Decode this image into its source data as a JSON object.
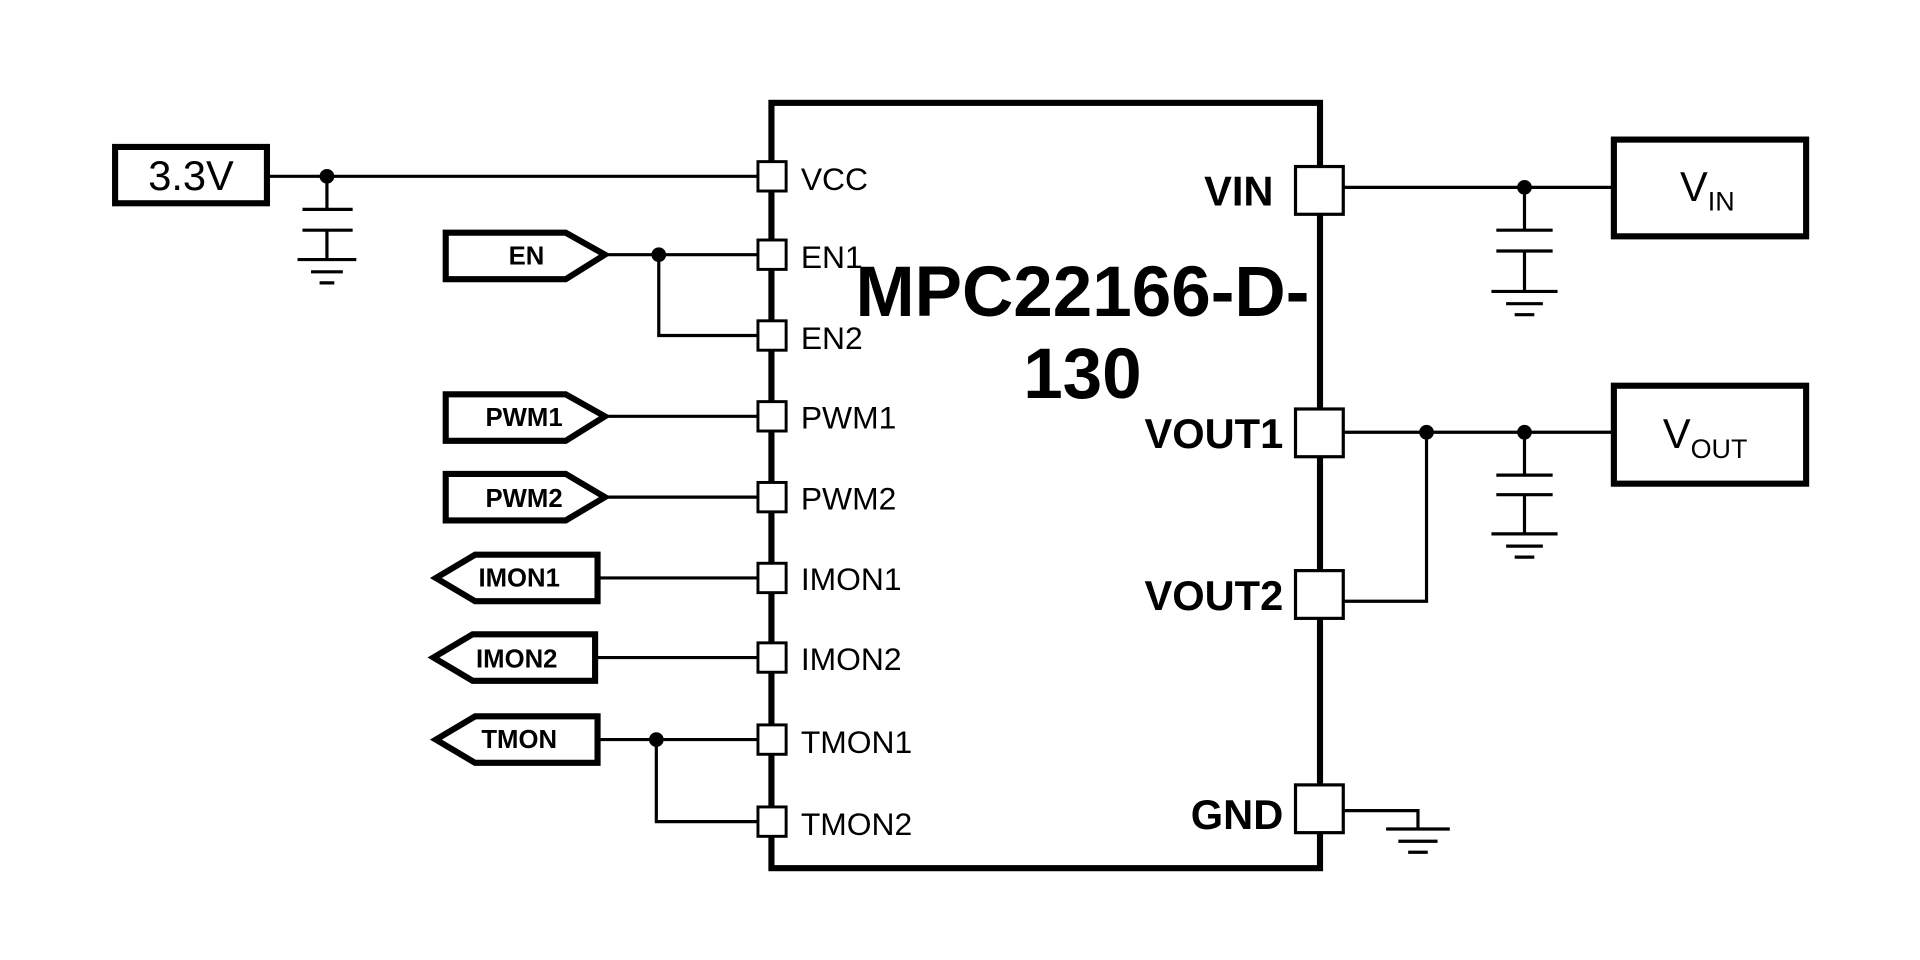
{
  "chip": {
    "name_line1": "MPC22166-D-",
    "name_line2": "130",
    "left_pins": [
      "VCC",
      "EN1",
      "EN2",
      "PWM1",
      "PWM2",
      "IMON1",
      "IMON2",
      "TMON1",
      "TMON2"
    ],
    "right_pins": [
      "VIN",
      "VOUT1",
      "VOUT2",
      "GND"
    ]
  },
  "supplies": {
    "vcc_source": "3.3V",
    "vin": {
      "main": "V",
      "sub": "IN"
    },
    "vout": {
      "main": "V",
      "sub": "OUT"
    }
  },
  "ports": {
    "inputs": [
      "EN",
      "PWM1",
      "PWM2"
    ],
    "outputs": [
      "IMON1",
      "IMON2",
      "TMON"
    ]
  }
}
